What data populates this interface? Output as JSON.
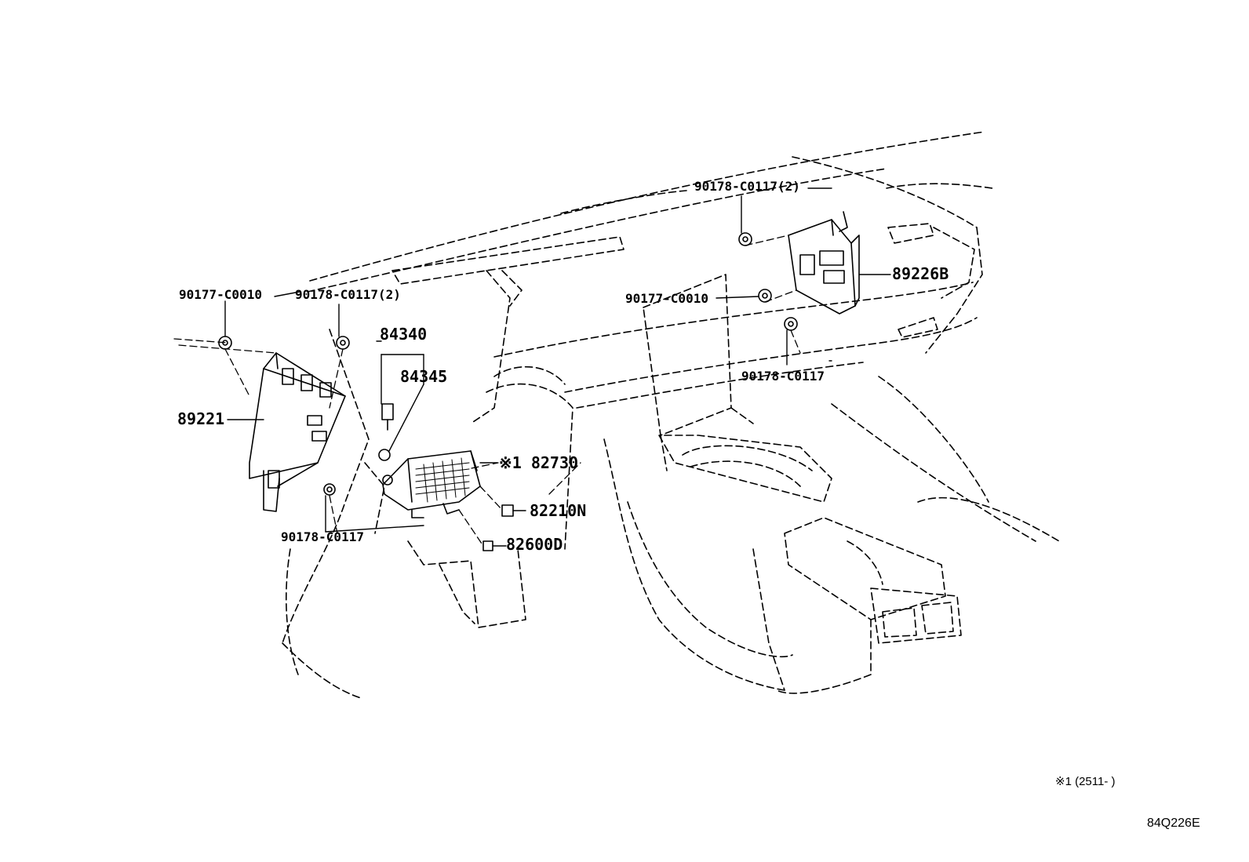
{
  "labels": {
    "clip_left_top": "90177-C0010",
    "nut_left_top": "90178-C0117(2)",
    "p84340": "84340",
    "p84345": "84345",
    "p89221": "89221",
    "p82730": "※1 82730",
    "p82210n": "82210N",
    "nut_left_bottom": "90178-C0117",
    "p82600d": "82600D",
    "nut_right_top": "90178-C0117(2)",
    "p89226b": "89226B",
    "clip_right": "90177-C0010",
    "nut_right_bottom": "90178-C0117"
  },
  "footnote": "※1 (2511-       )",
  "figure_code": "84Q226E"
}
